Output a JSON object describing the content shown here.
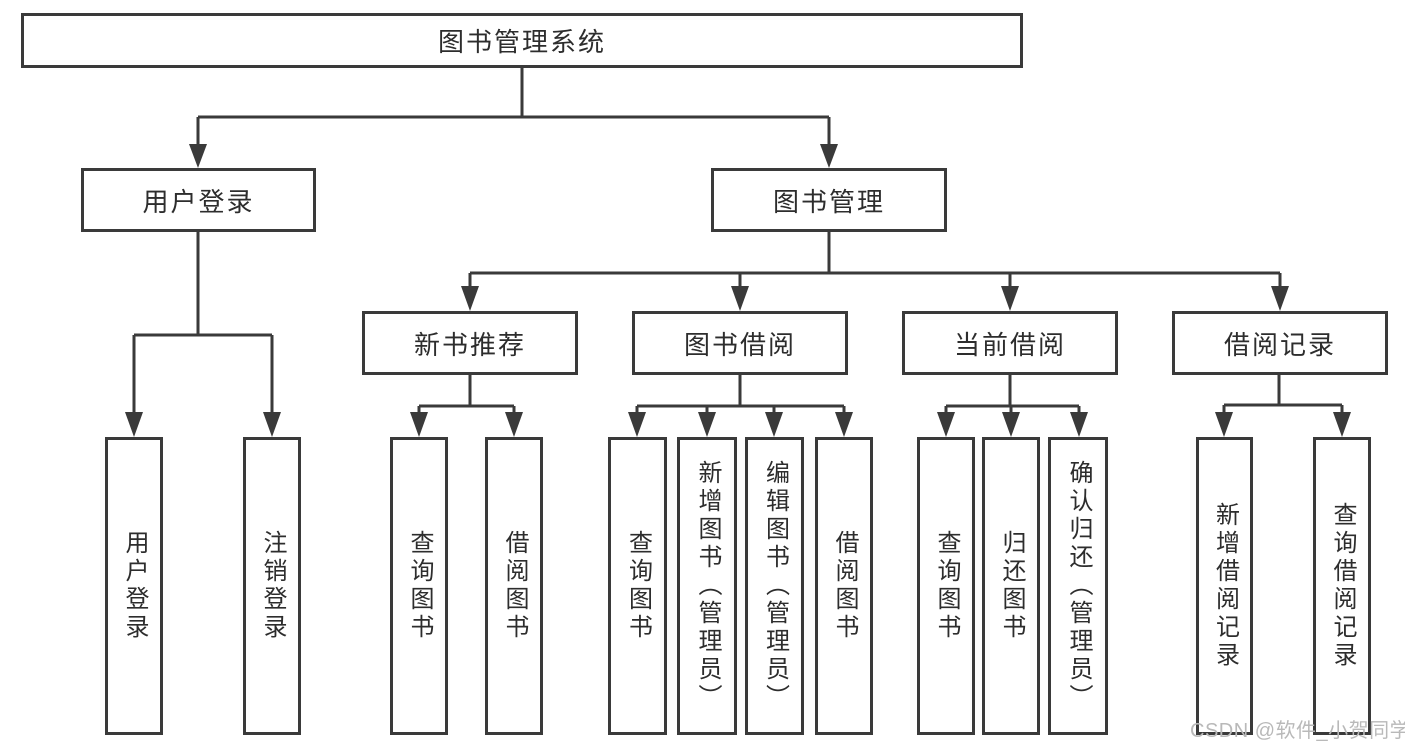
{
  "colors": {
    "line": "#3a3a3a",
    "text": "#2d2d2d",
    "box_background": "#ffffff",
    "watermark_text_color": "#b9b9b9"
  },
  "diagram": {
    "type": "tree",
    "root": {
      "label": "图书管理系统"
    },
    "level2": [
      {
        "label": "用户登录",
        "parent": "图书管理系统"
      },
      {
        "label": "图书管理",
        "parent": "图书管理系统"
      }
    ],
    "level3": [
      {
        "label": "新书推荐",
        "parent": "图书管理"
      },
      {
        "label": "图书借阅",
        "parent": "图书管理"
      },
      {
        "label": "当前借阅",
        "parent": "图书管理"
      },
      {
        "label": "借阅记录",
        "parent": "图书管理"
      }
    ],
    "leaves": [
      {
        "label": "用户登录",
        "parent": "用户登录"
      },
      {
        "label": "注销登录",
        "parent": "用户登录"
      },
      {
        "label": "查询图书",
        "parent": "新书推荐"
      },
      {
        "label": "借阅图书",
        "parent": "新书推荐"
      },
      {
        "label": "查询图书",
        "parent": "图书借阅"
      },
      {
        "label": "新增图书（管理员）",
        "parent": "图书借阅"
      },
      {
        "label": "编辑图书（管理员）",
        "parent": "图书借阅"
      },
      {
        "label": "借阅图书",
        "parent": "图书借阅"
      },
      {
        "label": "查询图书",
        "parent": "当前借阅"
      },
      {
        "label": "归还图书",
        "parent": "当前借阅"
      },
      {
        "label": "确认归还（管理员）",
        "parent": "当前借阅"
      },
      {
        "label": "新增借阅记录",
        "parent": "借阅记录"
      },
      {
        "label": "查询借阅记录",
        "parent": "借阅记录"
      }
    ]
  },
  "watermark": {
    "text": "CSDN @软件_小贺同学"
  }
}
